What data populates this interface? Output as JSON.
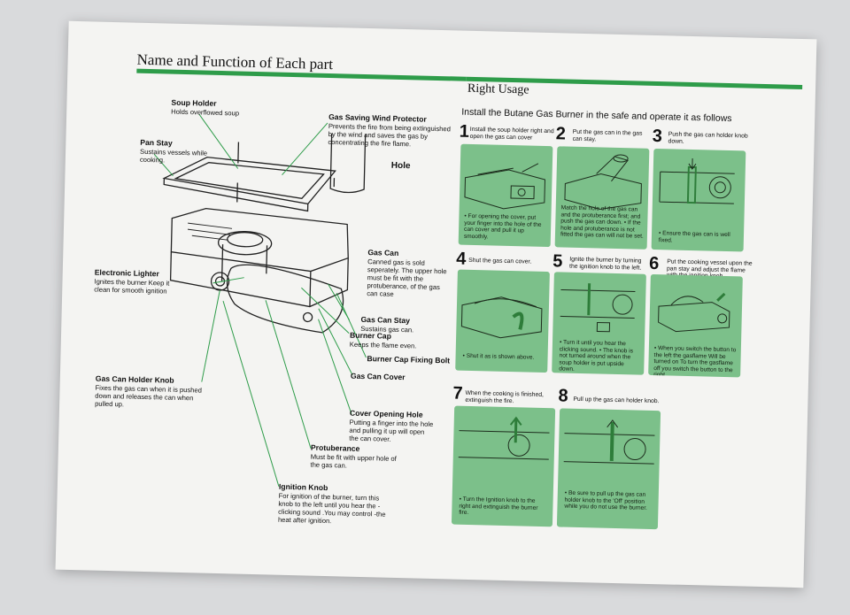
{
  "left": {
    "title": "Name and Function of Each part",
    "parts": [
      {
        "label": "Soup Holder",
        "desc": "Holds overflowed soup"
      },
      {
        "label": "Pan Stay",
        "desc": "Sustains vessels while cooking."
      },
      {
        "label": "Gas Saving Wind Protector",
        "desc": "Prevents the fire from being extinguished by the wind and saves the gas by concentrating the fire flame."
      },
      {
        "label": "Hole",
        "desc": ""
      },
      {
        "label": "Gas Can",
        "desc": "Canned gas is sold seperately. The upper hole must be fit with the protuberance, of the gas can case"
      },
      {
        "label": "Electronic Lighter",
        "desc": "Ignites the burner Keep it clean for smooth ignition"
      },
      {
        "label": "Gas Can Stay",
        "desc": "Sustains gas can."
      },
      {
        "label": "Burner Cap",
        "desc": "Keeps the flame even."
      },
      {
        "label": "Burner Cap Fixing Bolt",
        "desc": ""
      },
      {
        "label": "Gas Can Cover",
        "desc": ""
      },
      {
        "label": "Gas Can Holder Knob",
        "desc": "Fixes the gas can when it is pushed down and releases the can when pulled up."
      },
      {
        "label": "Cover Opening Hole",
        "desc": "Putting a finger into the hole and pulling it up will open the can cover."
      },
      {
        "label": "Protuberance",
        "desc": "Must be fit with upper hole of the gas can."
      },
      {
        "label": "Ignition Knob",
        "desc": "For ignition of the burner, turn this knob to the left until you hear the -clicking sound .You may control -the heat after ignition."
      }
    ]
  },
  "right": {
    "title": "Right Usage",
    "subtitle": "Install the Butane Gas Burner in the safe and operate it as follows",
    "steps": [
      {
        "num": "1",
        "instruction": "Install the soup holder right and open the gas can cover",
        "note": "• For opening the cover, put your finger into the hole of the can cover and pull it up smoothly."
      },
      {
        "num": "2",
        "instruction": "Put the gas can in the gas can stay.",
        "note": "Match the hole of the gas can and the protuberance first; and push the gas can down. • If the hole and protuberance is not fitted the gas can will not be set."
      },
      {
        "num": "3",
        "instruction": "Push the gas can holder knob down.",
        "note": "• Ensure the gas can is well fixed."
      },
      {
        "num": "4",
        "instruction": "Shut the gas can cover.",
        "note": "• Shut it as is shown above."
      },
      {
        "num": "5",
        "instruction": "Ignite the burner by turning the ignition knob to the left.",
        "note": "• Turn it until you hear the clicking sound. • The knob is not turned around when the soup holder is put upside down."
      },
      {
        "num": "6",
        "instruction": "Put the cooking vessel upon the pan stay and adjust the flame with the ignition knob.",
        "note": "• When you switch the button to the left the gasflame Will be turned on To turn the gasflame off you switch the button to the right"
      },
      {
        "num": "7",
        "instruction": "When the cooking is finished, extinguish the fire.",
        "note": "• Turn the Ignition knob to the right and extinguish the burner fire."
      },
      {
        "num": "8",
        "instruction": "Pull up the gas can holder knob.",
        "note": "• Be sure to pull up the gas can holder knob to the 'Off' position while you do not use the burner."
      }
    ]
  },
  "colors": {
    "accent": "#2e9c4a",
    "panel": "#7cc08a",
    "paper": "#f4f4f2"
  }
}
